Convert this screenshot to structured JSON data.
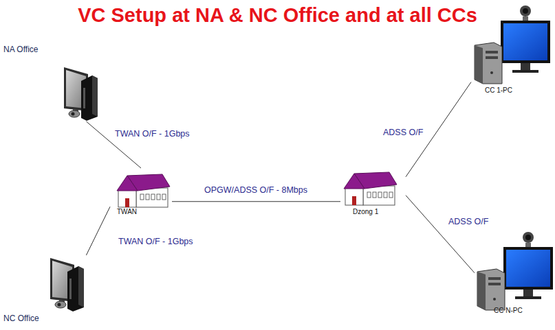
{
  "diagram": {
    "title": "VC Setup at NA & NC Office and at all CCs",
    "nodes": [
      {
        "text": [
          "NA Office"
        ]
      },
      {
        "text": [
          "CC 1-PC"
        ]
      },
      {
        "text": [
          "TWAN"
        ]
      },
      {
        "text": [
          "Dzong 1"
        ]
      },
      {
        "text": [
          "NC Office"
        ]
      },
      {
        "text": [
          "CC N-PC"
        ]
      }
    ],
    "edges": [
      {
        "from": 0,
        "to": 2,
        "label": "TWAN O/F - 1Gbps",
        "arrow": "none"
      },
      {
        "from": 4,
        "to": 2,
        "label": "TWAN O/F - 1Gbps",
        "arrow": "none"
      },
      {
        "from": 2,
        "to": 3,
        "label": "OPGW/ADSS O/F - 8Mbps",
        "arrow": "none"
      },
      {
        "from": 3,
        "to": 1,
        "label": "ADSS O/F",
        "arrow": "none"
      },
      {
        "from": 3,
        "to": 5,
        "label": "ADSS O/F",
        "arrow": "none"
      }
    ]
  }
}
